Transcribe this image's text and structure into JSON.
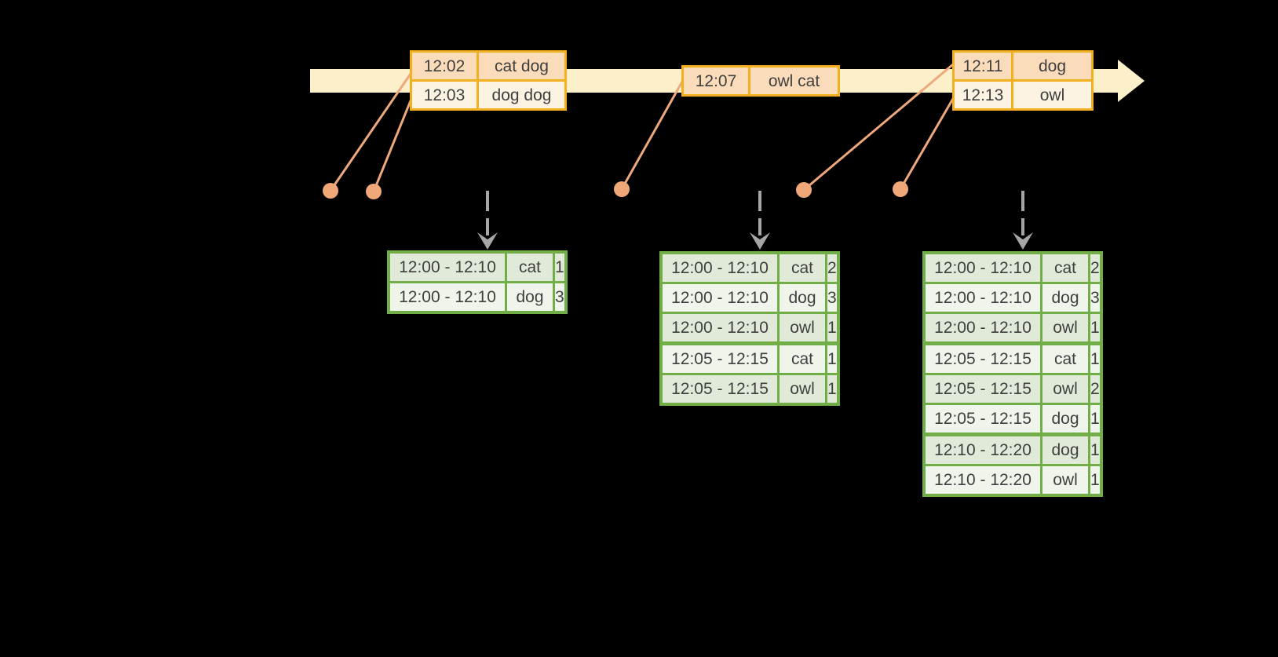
{
  "colors": {
    "background": "#000000",
    "timeline_band": "#FBF0C9",
    "event_table_border": "#F2B01E",
    "event_row_dark": "#FADCBA",
    "event_row_light": "#FDF3E3",
    "event_marker": "#F0A878",
    "event_link_line": "#EDA87C",
    "trigger_arrow": "#A6A6A6",
    "result_table_border": "#71AE47",
    "result_row_dark": "#E1EAD8",
    "result_row_light": "#F0F5EC",
    "text": "#3F3F3F"
  },
  "timeline": {
    "event_batches": [
      {
        "rows": [
          {
            "time": "12:02",
            "words": "cat dog"
          },
          {
            "time": "12:03",
            "words": "dog dog"
          }
        ]
      },
      {
        "rows": [
          {
            "time": "12:07",
            "words": "owl cat"
          }
        ]
      },
      {
        "rows": [
          {
            "time": "12:11",
            "words": "dog"
          },
          {
            "time": "12:13",
            "words": "owl"
          }
        ]
      }
    ]
  },
  "result_tables": [
    {
      "rows": [
        {
          "window": "12:00 - 12:10",
          "word": "cat",
          "count": "1"
        },
        {
          "window": "12:00 - 12:10",
          "word": "dog",
          "count": "3"
        }
      ]
    },
    {
      "rows": [
        {
          "window": "12:00 - 12:10",
          "word": "cat",
          "count": "2"
        },
        {
          "window": "12:00 - 12:10",
          "word": "dog",
          "count": "3"
        },
        {
          "window": "12:00 - 12:10",
          "word": "owl",
          "count": "1"
        },
        {
          "window": "12:05 - 12:15",
          "word": "cat",
          "count": "1"
        },
        {
          "window": "12:05 - 12:15",
          "word": "owl",
          "count": "1"
        }
      ]
    },
    {
      "rows": [
        {
          "window": "12:00 - 12:10",
          "word": "cat",
          "count": "2"
        },
        {
          "window": "12:00 - 12:10",
          "word": "dog",
          "count": "3"
        },
        {
          "window": "12:00 - 12:10",
          "word": "owl",
          "count": "1"
        },
        {
          "window": "12:05 - 12:15",
          "word": "cat",
          "count": "1"
        },
        {
          "window": "12:05 - 12:15",
          "word": "owl",
          "count": "2"
        },
        {
          "window": "12:05 - 12:15",
          "word": "dog",
          "count": "1"
        },
        {
          "window": "12:10 - 12:20",
          "word": "dog",
          "count": "1"
        },
        {
          "window": "12:10 - 12:20",
          "word": "owl",
          "count": "1"
        }
      ]
    }
  ]
}
